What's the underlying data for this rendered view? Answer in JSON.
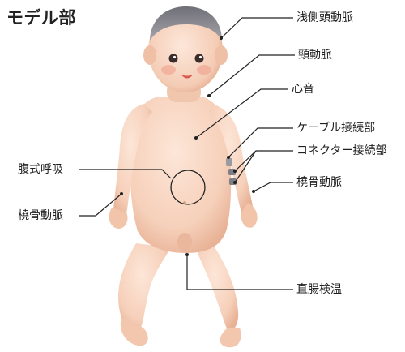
{
  "title": "モデル部",
  "labels": {
    "carotid_superficial": "浅側頭動脈",
    "carotid": "頸動脈",
    "heart_sound": "心音",
    "cable_connector": "ケーブル接続部",
    "connector_connector": "コネクター接続部",
    "radial_right": "橈骨動脈",
    "abdominal_breathing": "腹式呼吸",
    "radial_left": "橈骨動脈",
    "rectal_temp": "直腸検温"
  },
  "colors": {
    "skin": "#f6d3bf",
    "skin_shade": "#e9b89e",
    "hair": "#8a8a92",
    "line": "#222222"
  }
}
